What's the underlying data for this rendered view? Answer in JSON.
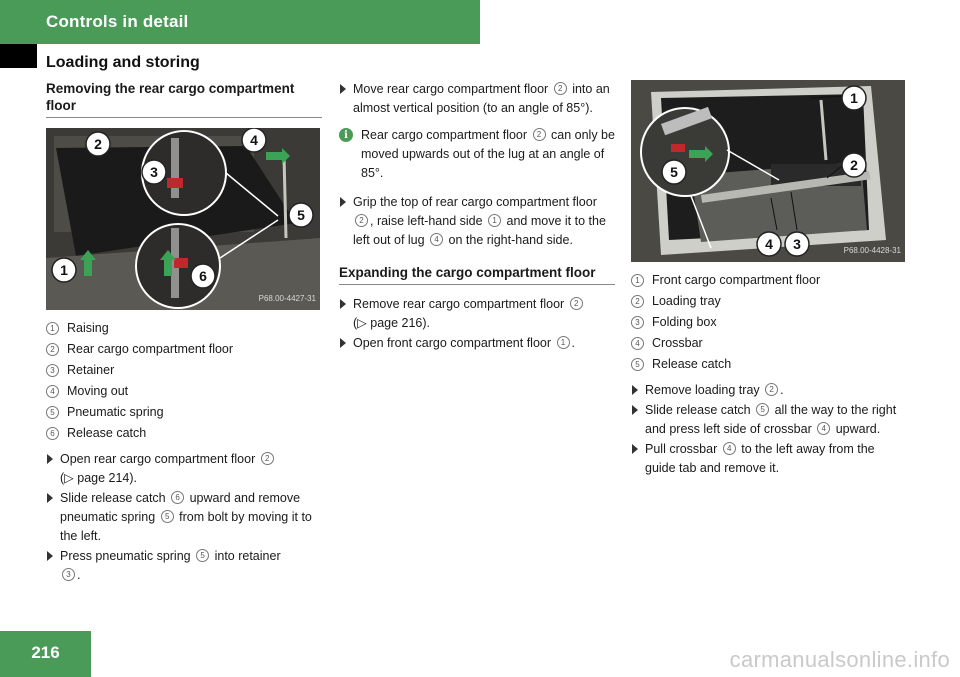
{
  "header": {
    "chapter": "Controls in detail",
    "section": "Loading and storing"
  },
  "colors": {
    "brand_green": "#4a9b58",
    "black": "#000000",
    "callout_arrow": "#3aa355"
  },
  "col1": {
    "heading": "Removing the rear cargo compartment floor",
    "figure_code": "P68.00-4427-31",
    "figure_callouts": [
      "1",
      "2",
      "3",
      "4",
      "5",
      "6"
    ],
    "legend": [
      {
        "n": "1",
        "text": "Raising"
      },
      {
        "n": "2",
        "text": "Rear cargo compartment floor"
      },
      {
        "n": "3",
        "text": "Retainer"
      },
      {
        "n": "4",
        "text": "Moving out"
      },
      {
        "n": "5",
        "text": "Pneumatic spring"
      },
      {
        "n": "6",
        "text": "Release catch"
      }
    ],
    "step1": {
      "a": "Open rear cargo compartment floor",
      "n": "2",
      "b": "(▷ page 214)."
    },
    "step2": {
      "a": "Slide release catch",
      "n1": "6",
      "b": "upward and remove pneumatic spring",
      "n2": "5",
      "c": "from bolt by moving it to the left."
    },
    "step3": {
      "a": "Press pneumatic spring",
      "n1": "5",
      "b": "into retainer",
      "n2": "3",
      "c": "."
    }
  },
  "col2": {
    "step1": {
      "a": "Move rear cargo compartment floor",
      "n": "2",
      "b": "into an almost vertical position (to an angle of 85°)."
    },
    "info": {
      "icon": "i",
      "a": "Rear cargo compartment floor",
      "n": "2",
      "b": "can only be moved upwards out of the lug at an angle of 85°."
    },
    "step2": {
      "a": "Grip the top of rear cargo compartment floor",
      "n1": "2",
      "b": ", raise left-hand side",
      "n2": "1",
      "c": "and move it to the left out of lug",
      "n3": "4",
      "d": "on the right-hand side."
    },
    "heading": "Expanding the cargo compartment floor",
    "step3": {
      "a": "Remove rear cargo compartment floor",
      "n": "2",
      "b": "(▷ page 216)."
    },
    "step4": {
      "a": "Open front cargo compartment floor",
      "n": "1",
      "b": "."
    }
  },
  "col3": {
    "figure_code": "P68.00-4428-31",
    "figure_callouts": [
      "1",
      "2",
      "5",
      "4",
      "3"
    ],
    "legend": [
      {
        "n": "1",
        "text": "Front cargo compartment floor"
      },
      {
        "n": "2",
        "text": "Loading tray"
      },
      {
        "n": "3",
        "text": "Folding box"
      },
      {
        "n": "4",
        "text": "Crossbar"
      },
      {
        "n": "5",
        "text": "Release catch"
      }
    ],
    "step1": {
      "a": "Remove loading tray",
      "n": "2",
      "b": "."
    },
    "step2": {
      "a": "Slide release catch",
      "n1": "5",
      "b": "all the way to the right and press left side of crossbar",
      "n2": "4",
      "c": "upward."
    },
    "step3": {
      "a": "Pull crossbar",
      "n1": "4",
      "b": "to the left away from the guide tab and remove it."
    }
  },
  "footer": {
    "page_number": "216",
    "watermark": "carmanualsonline.info"
  }
}
